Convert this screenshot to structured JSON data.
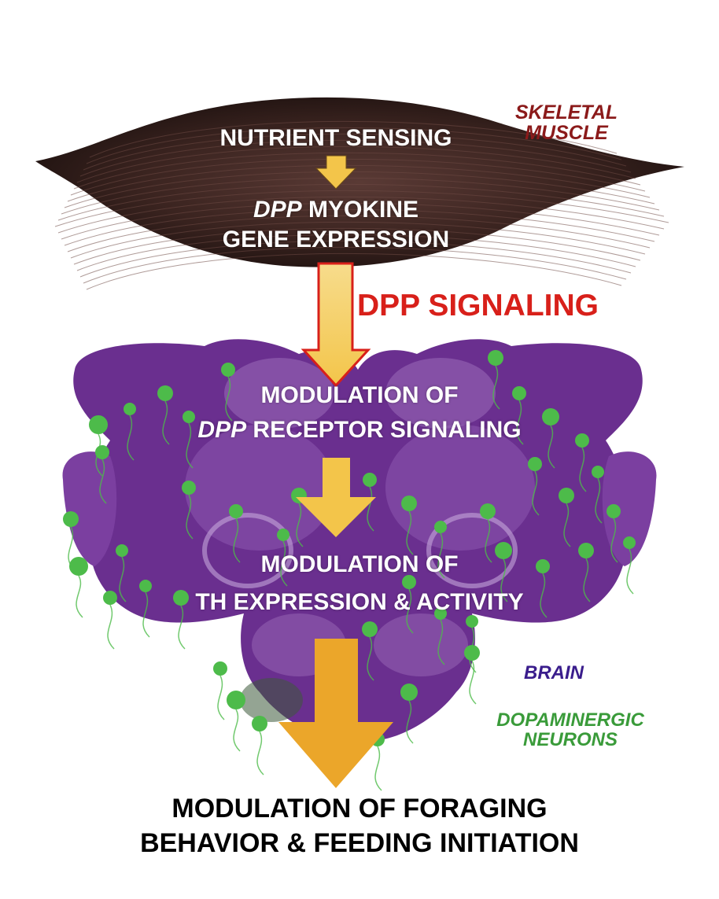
{
  "steps": {
    "nutrient_sensing": "NUTRIENT SENSING",
    "myokine_italic": "DPP",
    "myokine_rest": " MYOKINE",
    "gene_expression": "GENE EXPRESSION",
    "signaling": "DPP SIGNALING",
    "receptor_line1": "MODULATION OF",
    "receptor_italic": "DPP",
    "receptor_rest": " RECEPTOR SIGNALING",
    "th_line1": "MODULATION OF",
    "th_line2": "TH EXPRESSION & ACTIVITY",
    "outcome_line1": "MODULATION OF FORAGING",
    "outcome_line2": "BEHAVIOR & FEEDING INITIATION"
  },
  "labels": {
    "muscle_line1": "SKELETAL",
    "muscle_line2": "MUSCLE",
    "brain": "BRAIN",
    "neurons_line1": "DOPAMINERGIC",
    "neurons_line2": "NEURONS"
  },
  "colors": {
    "muscle": "#3b2420",
    "brain": "#6a2f8f",
    "brain_light": "#8a55ad",
    "neuron": "#4dbb4a",
    "arrow_fill": "#f3c54a",
    "arrow_dark": "#eba62a",
    "arrow_outline": "#d8201a",
    "signal_text": "#d8201a",
    "muscle_label": "#8b1a1a",
    "brain_label": "#3a1d8c",
    "neuron_label": "#3a9b3a"
  }
}
